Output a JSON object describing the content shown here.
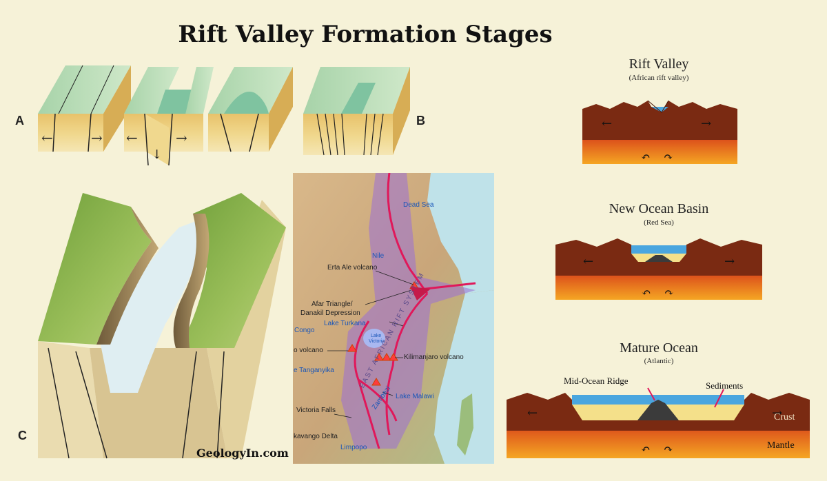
{
  "title": "Rift Valley Formation Stages",
  "panel_labels": {
    "a": "A",
    "b": "B",
    "c": "C"
  },
  "brand": "GeologyIn.com",
  "map_labels": {
    "dead_sea": "Dead Sea",
    "nile": "Nile",
    "erta_ale": "Erta Ale volcano",
    "afar_line1": "Afar Triangle/",
    "afar_line2": "Danakil Depression",
    "lake_turkana": "Lake Turkana",
    "congo": "Congo",
    "lake_victoria_1": "Lake",
    "lake_victoria_2": "Victoria",
    "volcano_left": "o volcano",
    "kilimanjaro": "Kilimanjaro volcano",
    "tanganyika": "e Tanganyika",
    "lake_malawi": "Lake Malawi",
    "victoria_falls": "Victoria Falls",
    "zambezi": "Zambezi",
    "okavango": "kavango Delta",
    "limpopo": "Limpopo",
    "rift_system": "EAST AFRICAN RIFT SYSTEM"
  },
  "stages": [
    {
      "title": "Rift Valley",
      "subtitle": "(African rift valley)"
    },
    {
      "title": "New Ocean Basin",
      "subtitle": "(Red Sea)"
    },
    {
      "title": "Mature Ocean",
      "subtitle": "(Atlantic)"
    }
  ],
  "mature_labels": {
    "ridge": "Mid-Ocean Ridge",
    "sediments": "Sediments",
    "crust": "Crust",
    "mantle": "Mantle"
  },
  "colors": {
    "background": "#f6f2d8",
    "crust": "#7a2a12",
    "mantle": "#e8701a",
    "ocean": "#4aa6df",
    "rift_line": "#e0185a",
    "rift_zone": "#9b6fd6",
    "terrain_green": "#8fc38a"
  }
}
